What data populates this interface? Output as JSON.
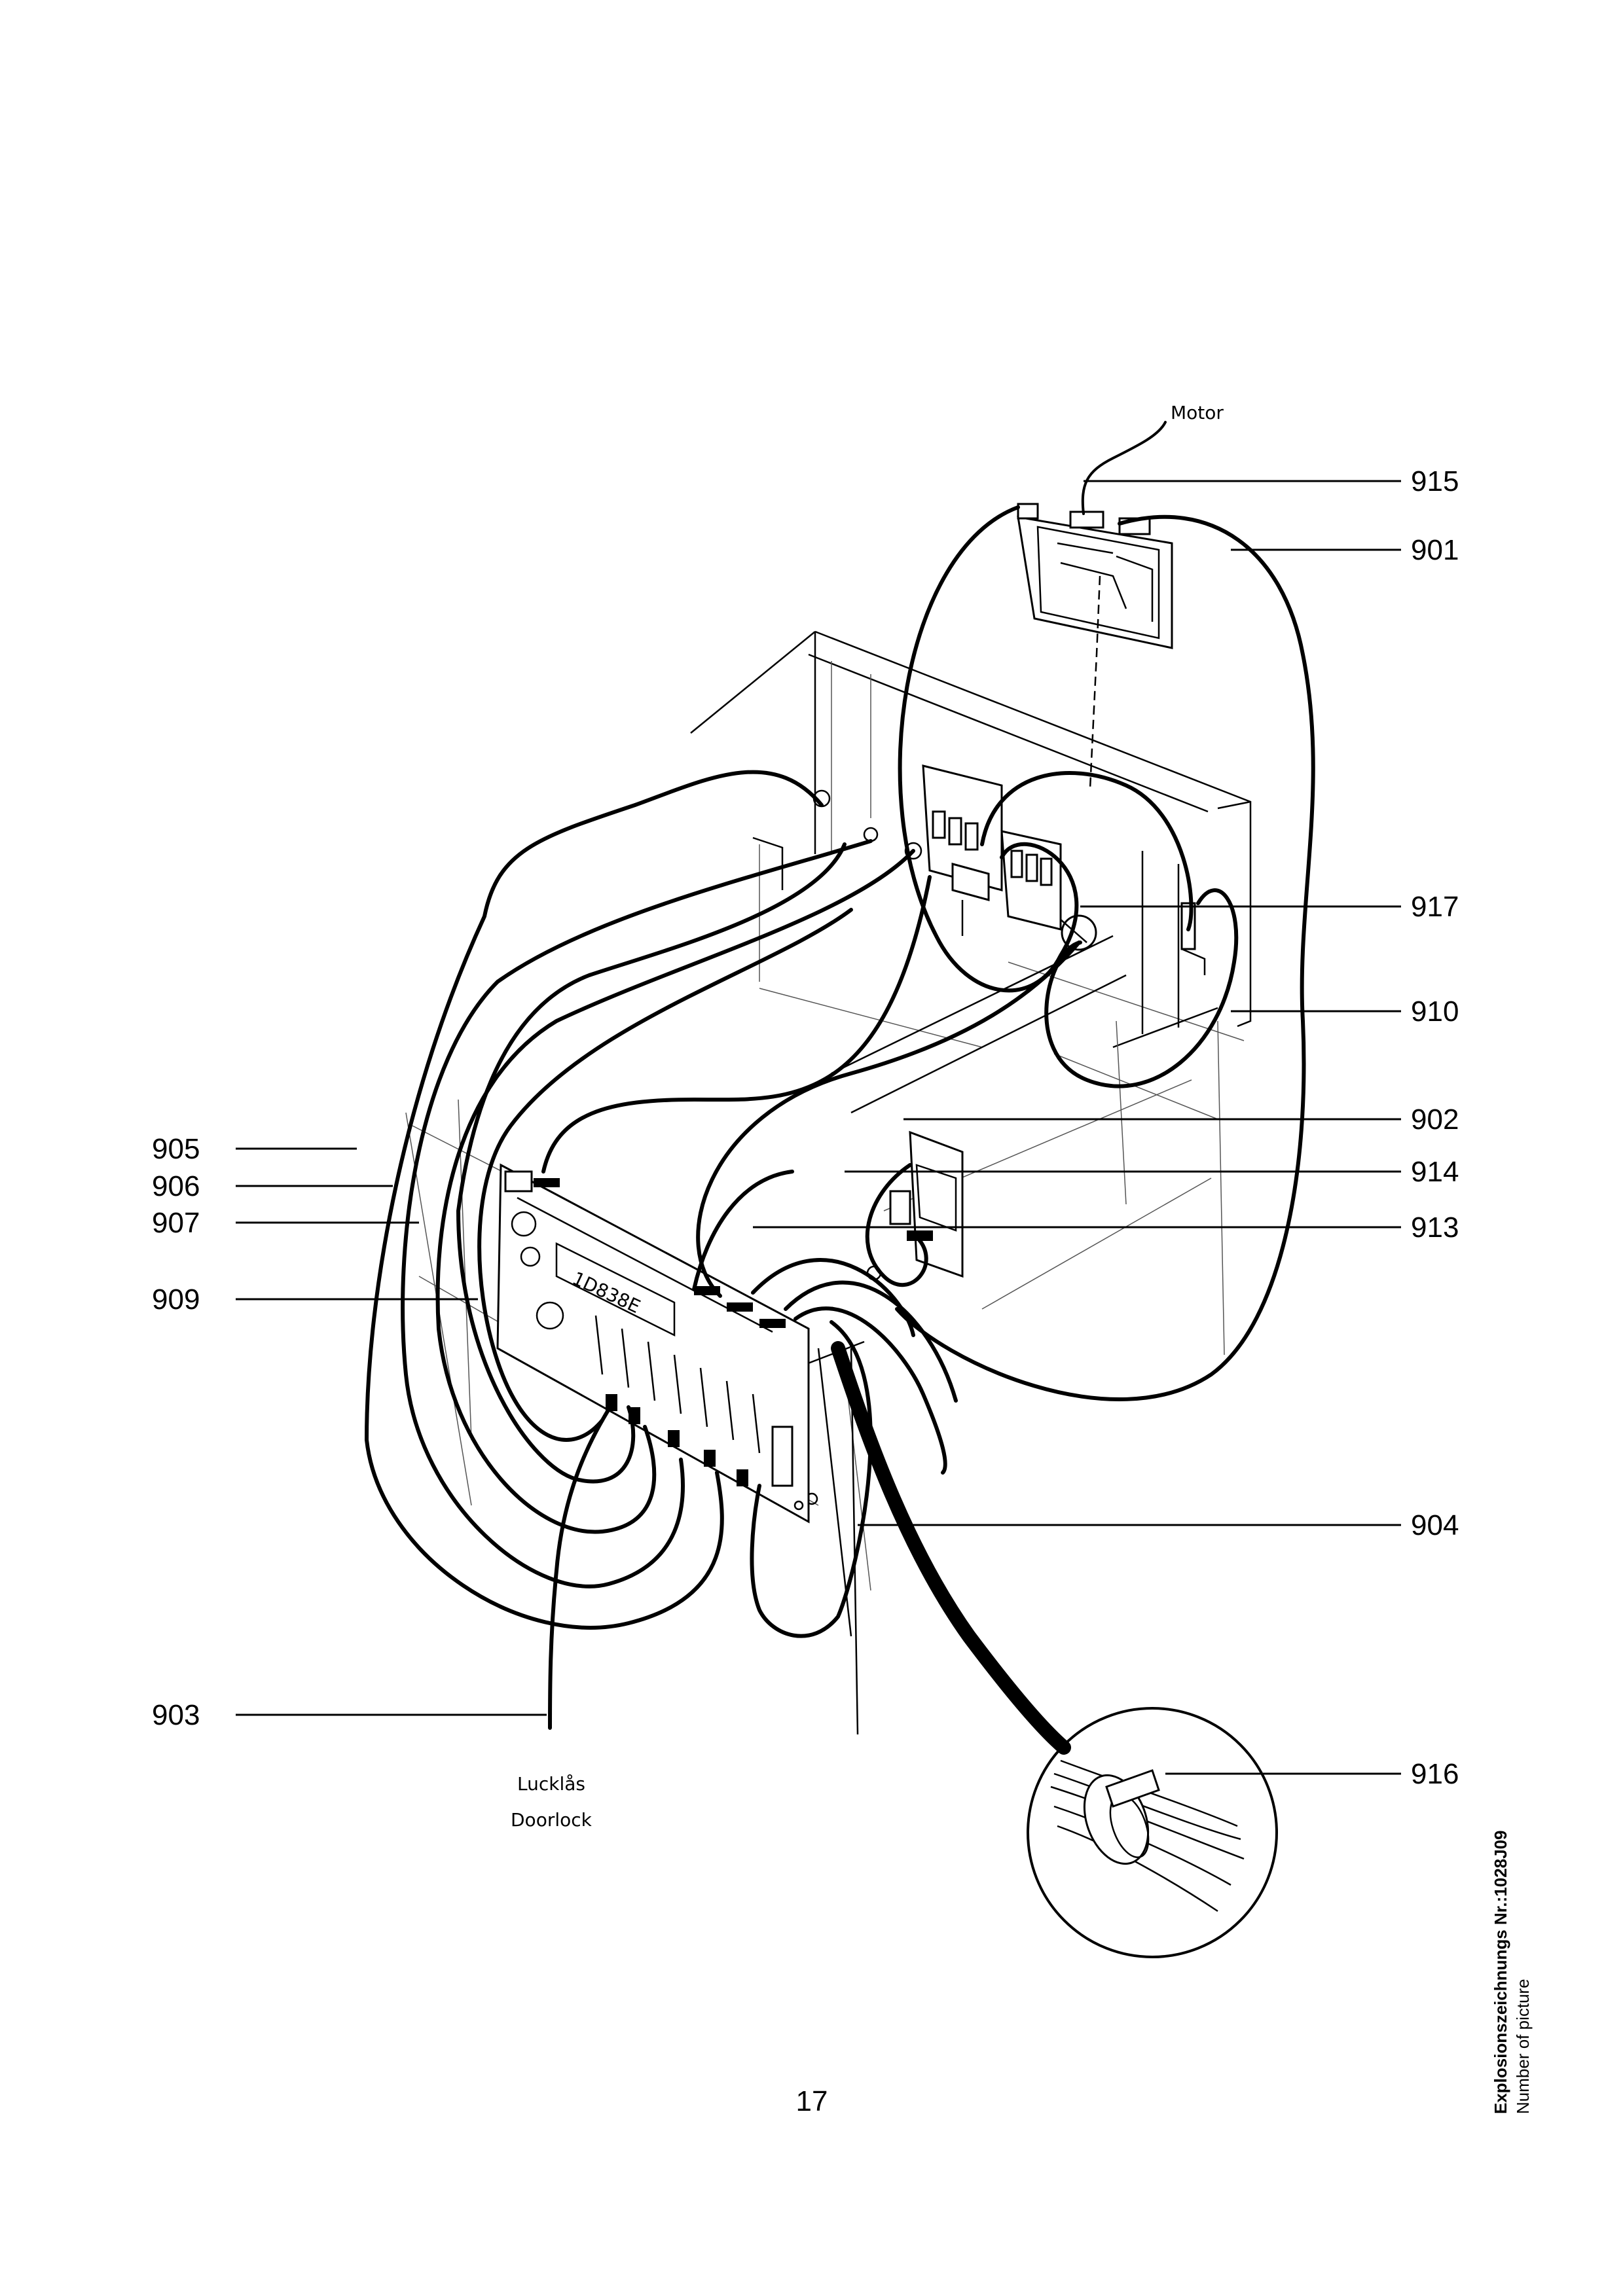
{
  "figure": {
    "motor_label": "Motor",
    "doorlock_label_sv": "Lucklås",
    "doorlock_label_en": "Doorlock"
  },
  "callouts": {
    "c915": "915",
    "c901": "901",
    "c917": "917",
    "c910": "910",
    "c902": "902",
    "c914": "914",
    "c913": "913",
    "c904": "904",
    "c916": "916",
    "c905": "905",
    "c906": "906",
    "c907": "907",
    "c909": "909",
    "c903": "903"
  },
  "footer": {
    "page_number": "17",
    "caption_bold": "Explosionszeichnungs Nr.:1028J09",
    "caption_normal": "Number of picture"
  }
}
